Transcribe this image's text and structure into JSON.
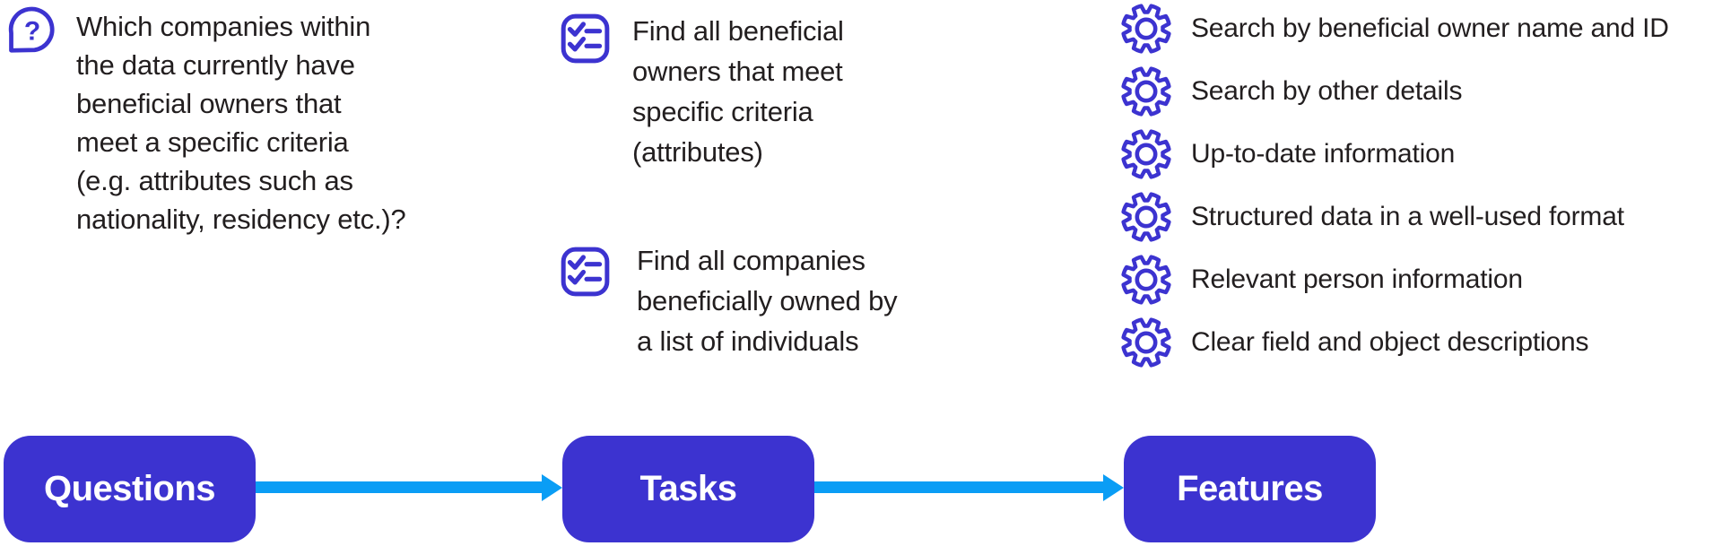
{
  "colors": {
    "accent_purple": "#3C33D0",
    "arrow_blue": "#0A9DF5",
    "text_dark": "#221E1F",
    "background": "#FFFFFF",
    "box_label": "#FFFFFF"
  },
  "icons": {
    "question": "question-bubble-icon",
    "task": "checklist-icon",
    "feature": "gear-icon"
  },
  "question": {
    "text": "Which companies within the data currently have beneficial owners that meet a specific criteria (e.g. attributes such as nationality, residency etc.)?"
  },
  "tasks": {
    "items": [
      {
        "text": "Find all beneficial owners that meet specific criteria (attributes)"
      },
      {
        "text": "Find all companies beneficially owned by a list of individuals"
      }
    ]
  },
  "features": {
    "items": [
      "Search by beneficial owner name and ID",
      "Search by other details",
      "Up-to-date information",
      "Structured data in a well-used format",
      "Relevant person information",
      "Clear field and object descriptions"
    ]
  },
  "flow": {
    "steps": [
      {
        "label": "Questions"
      },
      {
        "label": "Tasks"
      },
      {
        "label": "Features"
      }
    ]
  }
}
